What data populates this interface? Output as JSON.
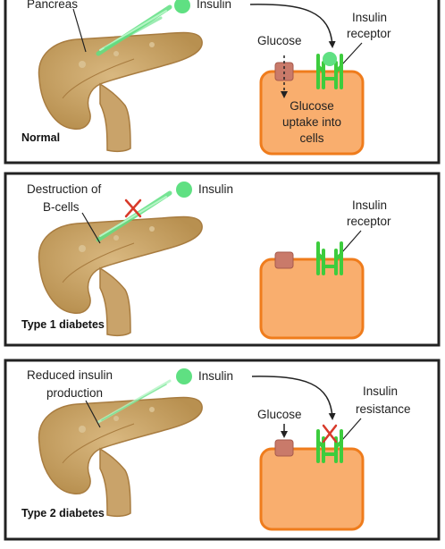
{
  "colors": {
    "panel_border": "#222222",
    "cell_fill": "#f9ae6e",
    "cell_border": "#ef7c1c",
    "insulin": "#5fe082",
    "receptor": "#3dcc3d",
    "glucose": "#c97a6a",
    "pancreas": "#c9a36a",
    "block_x": "#d83a2a"
  },
  "panels": [
    {
      "caption": "Normal",
      "pancreas_label": "Pancreas",
      "insulin_label": "Insulin",
      "glucose_label": "Glucose",
      "receptor_label": [
        "Insulin",
        "receptor"
      ],
      "cell_label": [
        "Glucose",
        "uptake into",
        "cells"
      ]
    },
    {
      "caption": "Type 1 diabetes",
      "pancreas_label": [
        "Destruction of",
        "B-cells"
      ],
      "insulin_label": "Insulin",
      "receptor_label": [
        "Insulin",
        "receptor"
      ]
    },
    {
      "caption": "Type 2 diabetes",
      "pancreas_label": [
        "Reduced insulin",
        "production"
      ],
      "insulin_label": "Insulin",
      "glucose_label": "Glucose",
      "receptor_label": [
        "Insulin",
        "resistance"
      ]
    }
  ]
}
